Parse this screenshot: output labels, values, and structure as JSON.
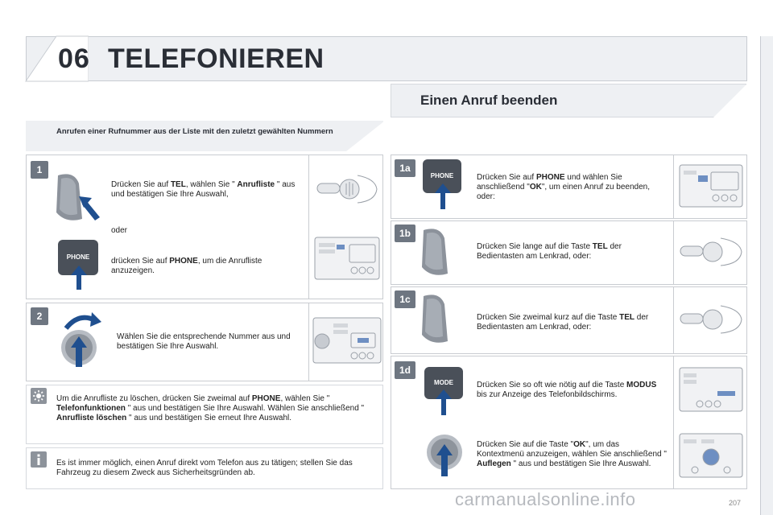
{
  "header": {
    "chapter_number": "06",
    "chapter_title": "TELEFONIEREN"
  },
  "section": {
    "title": "Einen Anruf beenden"
  },
  "left": {
    "intro": "Anrufen einer Rufnummer aus der Liste mit den zuletzt gewählten Nummern",
    "step1": {
      "badge": "1",
      "line1_pre": "Drücken Sie auf ",
      "line1_b1": "TEL",
      "line1_mid": ", wählen Sie \" ",
      "line1_b2": "Anrufliste",
      "line1_post": " \" aus und bestätigen Sie Ihre Auswahl,",
      "or": "oder",
      "line2_pre": "drücken Sie auf ",
      "line2_b": "PHONE",
      "line2_post": ", um die Anrufliste anzuzeigen.",
      "phone_label": "PHONE"
    },
    "step2": {
      "badge": "2",
      "text": "Wählen Sie die entsprechende Nummer aus und bestätigen Sie Ihre Auswahl."
    },
    "tip": {
      "p1": "Um die Anrufliste zu löschen, drücken Sie zweimal auf ",
      "b1": "PHONE",
      "p2": ", wählen Sie \" ",
      "b2": "Telefonfunktionen",
      "p3": " \" aus und bestätigen Sie Ihre Auswahl. Wählen Sie anschließend \" ",
      "b3": "Anrufliste löschen",
      "p4": " \" aus und bestätigen Sie erneut Ihre Auswahl."
    },
    "info": {
      "text": "Es ist immer möglich, einen Anruf direkt vom Telefon aus zu tätigen; stellen Sie das Fahrzeug zu diesem Zweck aus Sicherheitsgründen ab."
    }
  },
  "right": {
    "s1a": {
      "badge": "1a",
      "label": "PHONE",
      "pre": "Drücken Sie auf ",
      "b1": "PHONE",
      "mid": " und wählen Sie anschließend \"",
      "b2": "OK",
      "post": "\", um einen Anruf zu beenden, oder:"
    },
    "s1b": {
      "badge": "1b",
      "pre": "Drücken Sie lange auf die Taste ",
      "b": "TEL",
      "post": " der Bedientasten am Lenkrad, oder:"
    },
    "s1c": {
      "badge": "1c",
      "pre": "Drücken Sie zweimal kurz auf die Taste ",
      "b": "TEL",
      "post": " der Bedientasten am Lenkrad, oder:"
    },
    "s1d": {
      "badge": "1d",
      "label": "MODE",
      "pre": "Drücken Sie so oft wie nötig auf die Taste ",
      "b": "MODUS",
      "post": " bis zur Anzeige des Telefonbildschirms.",
      "pre2": "Drücken Sie auf die Taste \"",
      "b2": "OK",
      "mid2": "\", um das Kontextmenü anzuzeigen, wählen Sie anschließend \" ",
      "b3": "Auflegen",
      "post2": " \" aus und bestätigen Sie Ihre Auswahl."
    }
  },
  "footer": {
    "page": "207",
    "watermark": "carmanualsonline.info"
  }
}
